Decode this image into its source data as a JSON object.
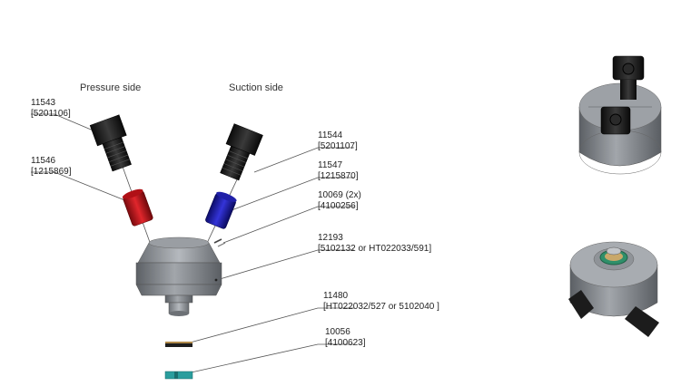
{
  "headings": {
    "pressure_side": "Pressure side",
    "suction_side": "Suction side"
  },
  "parts": [
    {
      "key": "p11543",
      "number": "11543",
      "code": "[5201106]"
    },
    {
      "key": "p11546",
      "number": "11546",
      "code": "[1215869]"
    },
    {
      "key": "p11544",
      "number": "11544",
      "code": "[5201107]"
    },
    {
      "key": "p11547",
      "number": "11547",
      "code": "[1215870]"
    },
    {
      "key": "p10069",
      "number": "10069 (2x)",
      "code": "[4100256]"
    },
    {
      "key": "p12193",
      "number": "12193",
      "code": "[5102132 or HT022033/591]"
    },
    {
      "key": "p11480",
      "number": "11480",
      "code": "[HT022032/527 or 5102040 ]"
    },
    {
      "key": "p10056",
      "number": "10056",
      "code": "[4100623]"
    }
  ],
  "colors": {
    "pressure_sleeve": "#c8141a",
    "suction_sleeve": "#1c1cb0",
    "fitting": "#1c1c1c",
    "housing": "#7d8186",
    "o_ring": "#3a8f6e",
    "seal_ring": "#2a9d9d",
    "leader": "#555555"
  }
}
